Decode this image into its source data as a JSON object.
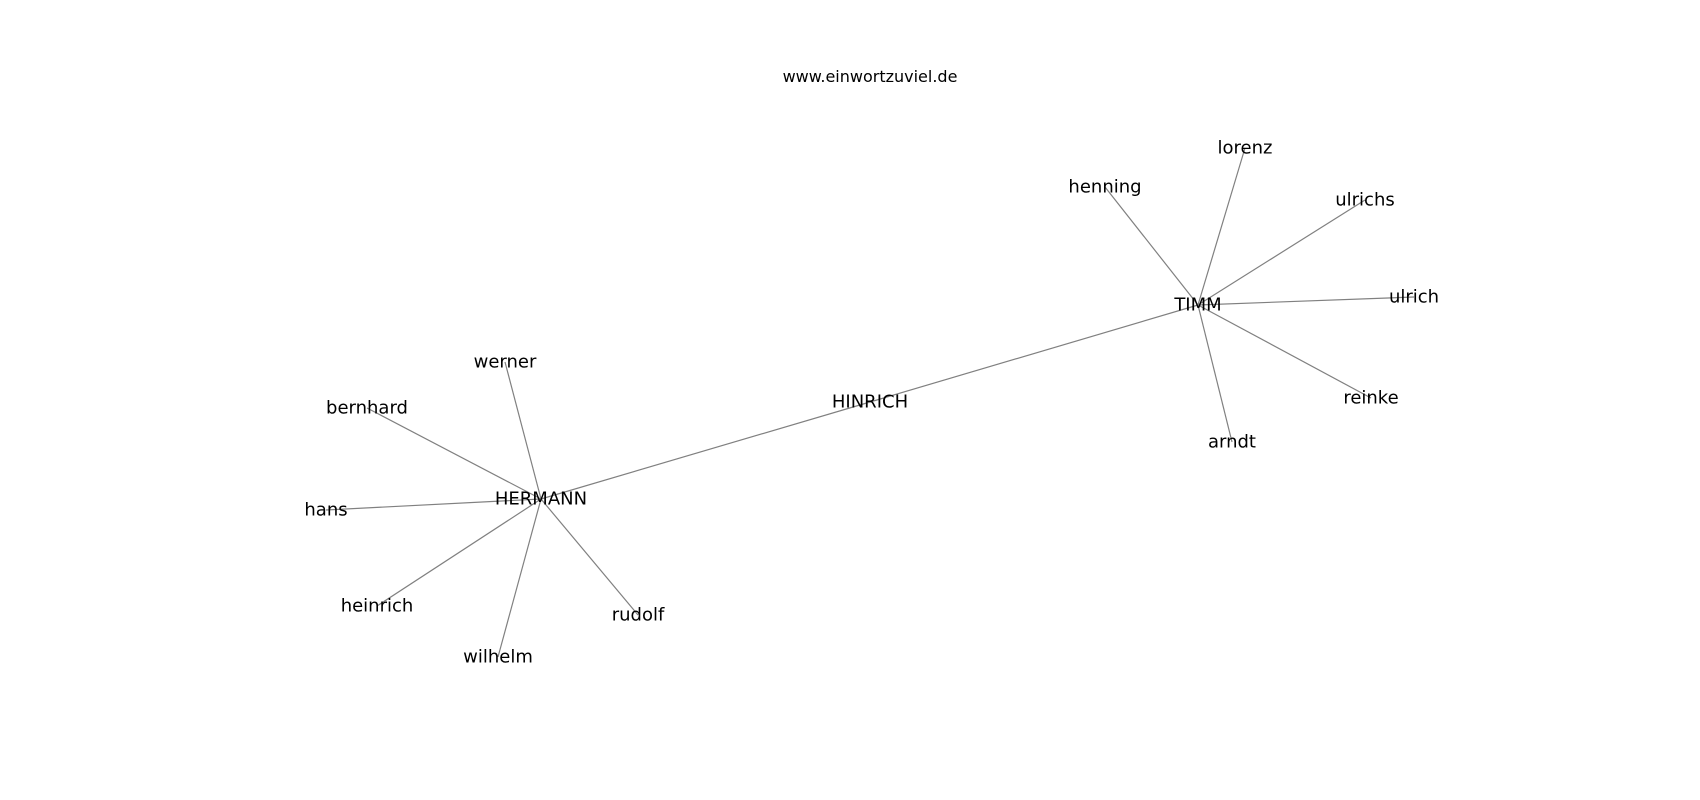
{
  "watermark": "www.einwortzuviel.de",
  "colors": {
    "edge": "#808080",
    "text": "#000000",
    "background": "#ffffff"
  },
  "nodes": [
    {
      "id": "HINRICH",
      "label": "HINRICH"
    },
    {
      "id": "HERMANN",
      "label": "HERMANN"
    },
    {
      "id": "TIMM",
      "label": "TIMM"
    },
    {
      "id": "werner",
      "label": "werner"
    },
    {
      "id": "bernhard",
      "label": "bernhard"
    },
    {
      "id": "hans",
      "label": "hans"
    },
    {
      "id": "heinrich",
      "label": "heinrich"
    },
    {
      "id": "wilhelm",
      "label": "wilhelm"
    },
    {
      "id": "rudolf",
      "label": "rudolf"
    },
    {
      "id": "henning",
      "label": "henning"
    },
    {
      "id": "lorenz",
      "label": "lorenz"
    },
    {
      "id": "ulrichs",
      "label": "ulrichs"
    },
    {
      "id": "ulrich",
      "label": "ulrich"
    },
    {
      "id": "reinke",
      "label": "reinke"
    },
    {
      "id": "arndt",
      "label": "arndt"
    }
  ],
  "edges": [
    [
      "HINRICH",
      "HERMANN"
    ],
    [
      "HINRICH",
      "TIMM"
    ],
    [
      "HERMANN",
      "werner"
    ],
    [
      "HERMANN",
      "bernhard"
    ],
    [
      "HERMANN",
      "hans"
    ],
    [
      "HERMANN",
      "heinrich"
    ],
    [
      "HERMANN",
      "wilhelm"
    ],
    [
      "HERMANN",
      "rudolf"
    ],
    [
      "TIMM",
      "henning"
    ],
    [
      "TIMM",
      "lorenz"
    ],
    [
      "TIMM",
      "ulrichs"
    ],
    [
      "TIMM",
      "ulrich"
    ],
    [
      "TIMM",
      "reinke"
    ],
    [
      "TIMM",
      "arndt"
    ]
  ]
}
